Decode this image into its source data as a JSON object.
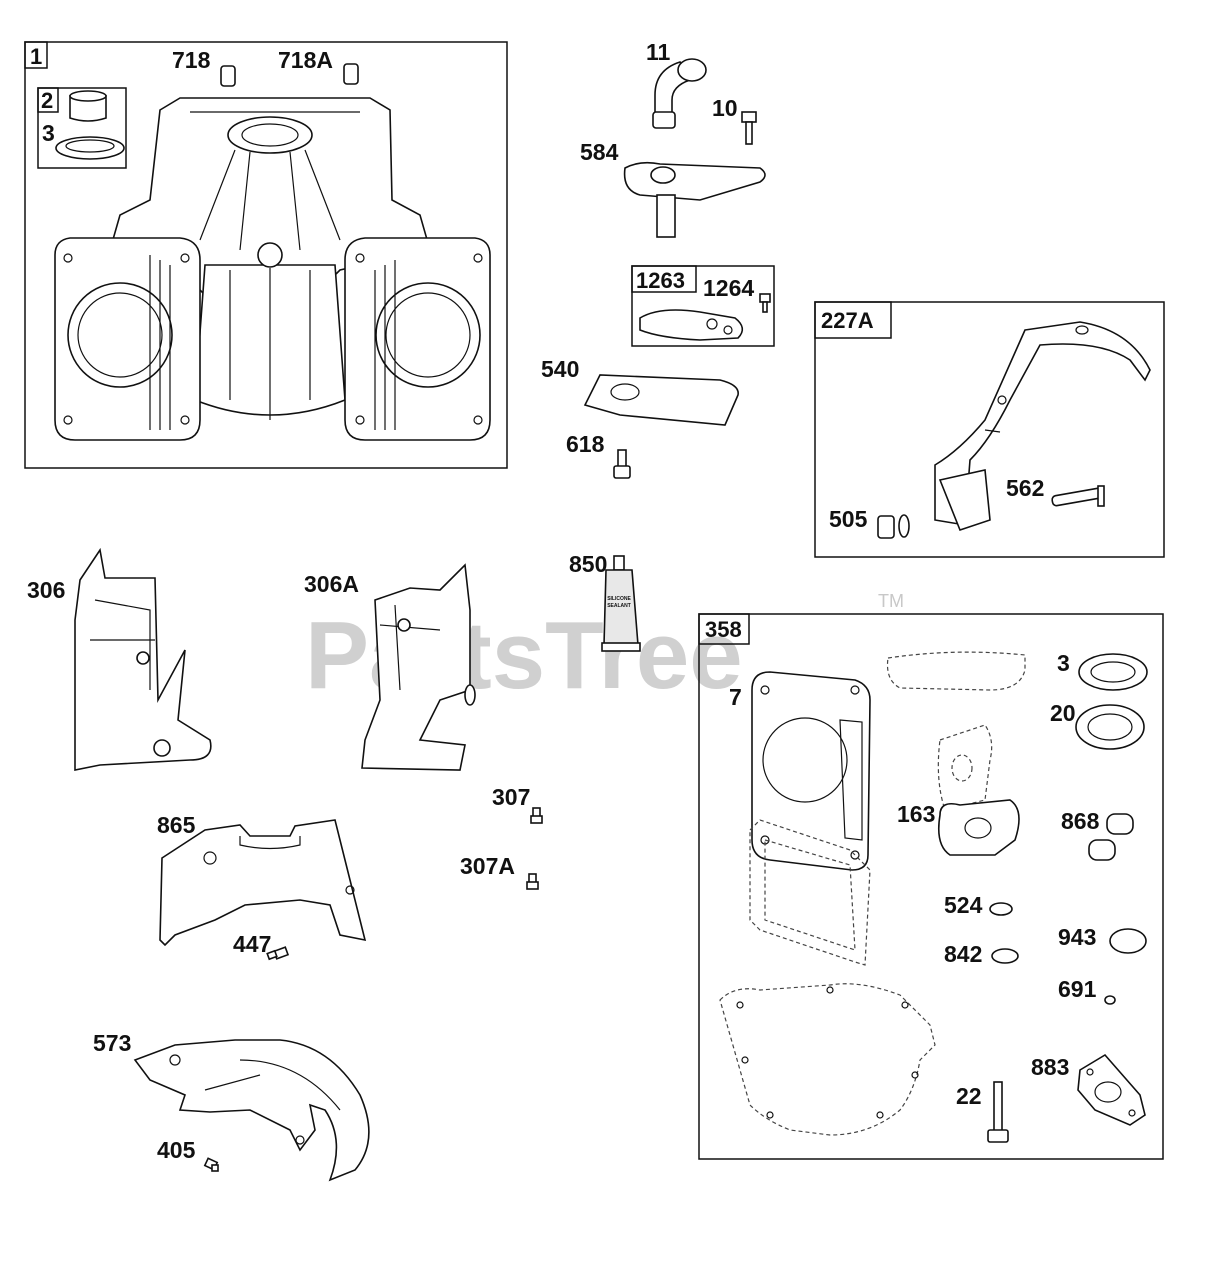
{
  "watermark": {
    "text": "PartsTree",
    "tm": "TM"
  },
  "boxes": {
    "b1": "1",
    "b2": "2",
    "b1263": "1263",
    "b227A": "227A",
    "b358": "358"
  },
  "labels": {
    "p718": "718",
    "p718A": "718A",
    "p3a": "3",
    "p11": "11",
    "p10": "10",
    "p584": "584",
    "p1264": "1264",
    "p540": "540",
    "p618": "618",
    "p562": "562",
    "p505": "505",
    "p306": "306",
    "p306A": "306A",
    "p850": "850",
    "p307": "307",
    "p307A": "307A",
    "p865": "865",
    "p447": "447",
    "p573": "573",
    "p405": "405",
    "p7": "7",
    "p3b": "3",
    "p20": "20",
    "p163": "163",
    "p868": "868",
    "p524": "524",
    "p842": "842",
    "p943": "943",
    "p691": "691",
    "p883": "883",
    "p22": "22"
  },
  "tube_text": {
    "line1": "SILICONE",
    "line2": "SEALANT"
  }
}
